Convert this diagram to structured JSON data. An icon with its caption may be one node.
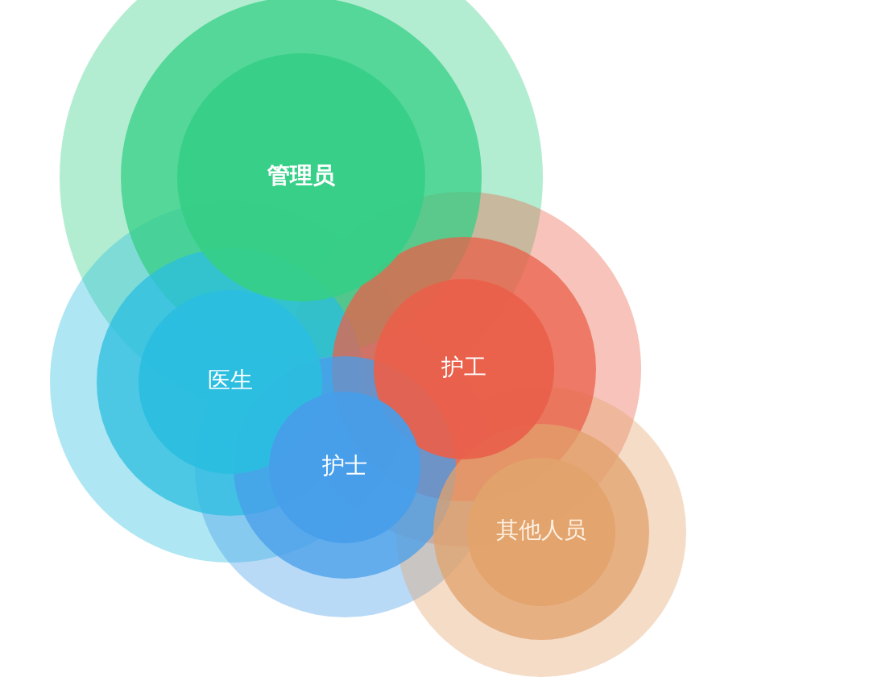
{
  "diagram": {
    "nodes": [
      {
        "text": [
          "管理员"
        ]
      },
      {
        "text": [
          "医生"
        ]
      },
      {
        "text": [
          "护工"
        ]
      },
      {
        "text": [
          "护士"
        ]
      },
      {
        "text": [
          "其他人员"
        ]
      }
    ]
  }
}
